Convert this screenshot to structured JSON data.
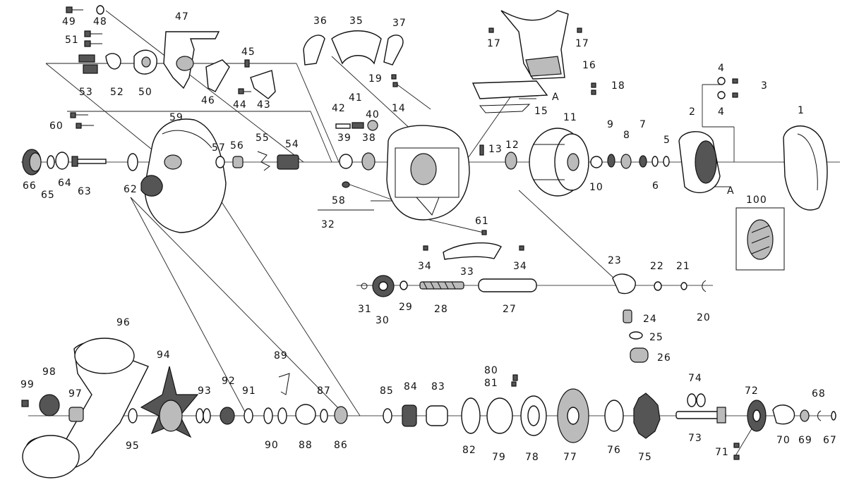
{
  "diagram": {
    "labels": {
      "p1": "1",
      "p2": "2",
      "p3": "3",
      "p4a": "4",
      "p4b": "4",
      "p5": "5",
      "p6": "6",
      "p7": "7",
      "p8": "8",
      "p9": "9",
      "p10": "10",
      "p11": "11",
      "p12": "12",
      "p13": "13",
      "p14": "14",
      "p15": "15",
      "p16": "16",
      "p17a": "17",
      "p17b": "17",
      "p18": "18",
      "p19": "19",
      "p20": "20",
      "p21": "21",
      "p22": "22",
      "p23": "23",
      "p24": "24",
      "p25": "25",
      "p26": "26",
      "p27": "27",
      "p28": "28",
      "p29": "29",
      "p30": "30",
      "p31": "31",
      "p32": "32",
      "p33": "33",
      "p34a": "34",
      "p34b": "34",
      "p35": "35",
      "p36": "36",
      "p37": "37",
      "p38": "38",
      "p39": "39",
      "p40": "40",
      "p41": "41",
      "p42": "42",
      "p43": "43",
      "p44": "44",
      "p45": "45",
      "p46": "46",
      "p47": "47",
      "p48": "48",
      "p49": "49",
      "p50": "50",
      "p51": "51",
      "p52": "52",
      "p53": "53",
      "p54": "54",
      "p55": "55",
      "p56": "56",
      "p57": "57",
      "p58": "58",
      "p59": "59",
      "p60": "60",
      "p61": "61",
      "p62": "62",
      "p63": "63",
      "p64": "64",
      "p65": "65",
      "p66": "66",
      "p67": "67",
      "p68": "68",
      "p69": "69",
      "p70": "70",
      "p71": "71",
      "p72": "72",
      "p73": "73",
      "p74": "74",
      "p75": "75",
      "p76": "76",
      "p77": "77",
      "p78": "78",
      "p79": "79",
      "p80": "80",
      "p81": "81",
      "p82": "82",
      "p83": "83",
      "p84": "84",
      "p85": "85",
      "p86": "86",
      "p87": "87",
      "p88": "88",
      "p89": "89",
      "p90": "90",
      "p91": "91",
      "p92": "92",
      "p93": "93",
      "p94": "94",
      "p95": "95",
      "p96": "96",
      "p97": "97",
      "p98": "98",
      "p99": "99",
      "p100": "100",
      "refA1": "A",
      "refA2": "A"
    }
  }
}
